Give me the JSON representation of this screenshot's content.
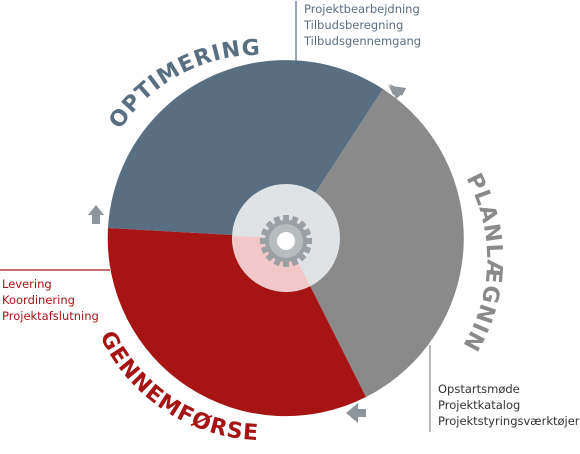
{
  "colors": {
    "optimering": "#5a6e82",
    "planlaegning": "#8a8a8a",
    "gennemfoersel": "#a61414",
    "hub_light": "#dfe3e6",
    "hub_red": "#f2c7c7",
    "arrow": "#8c959c"
  },
  "segments": {
    "optimering": {
      "label": "OPTIMERING"
    },
    "planlaegning": {
      "label": "PLANLÆGNING"
    },
    "gennemfoersel": {
      "label": "GENNEMFØRSEL"
    }
  },
  "annotations": {
    "optimering": [
      "Projektbearbejdning",
      "Tilbudsberegning",
      "Tilbudsgennemgang"
    ],
    "gennemfoersel": [
      "Levering",
      "Koordinering",
      "Projektafslutning"
    ],
    "planlaegning": [
      "Opstartsmøde",
      "Projektkatalog",
      "Projektstyringsværktøjer"
    ]
  },
  "icons": {
    "center": "gear-icon",
    "arrows": "cycle-arrow-icon"
  }
}
